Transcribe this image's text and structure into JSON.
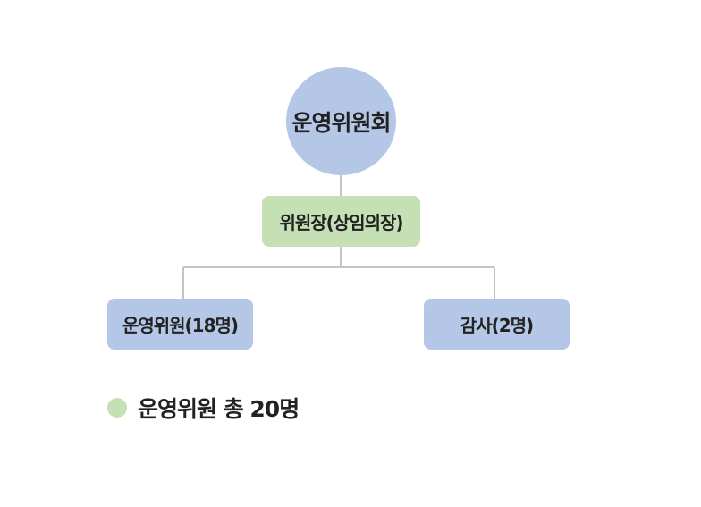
{
  "org_chart": {
    "root": {
      "label": "운영위원회",
      "color": "#b4c7e7"
    },
    "chair": {
      "label": "위원장(상임의장)",
      "color": "#c5e0b4"
    },
    "children": [
      {
        "label": "운영위원(18명)",
        "color": "#b4c7e7"
      },
      {
        "label": "감사(2명)",
        "color": "#b4c7e7"
      }
    ],
    "connector_color": "#c4c4c4"
  },
  "legend": {
    "text": "운영위원 총 20명",
    "dot_color": "#c5e0b4"
  }
}
